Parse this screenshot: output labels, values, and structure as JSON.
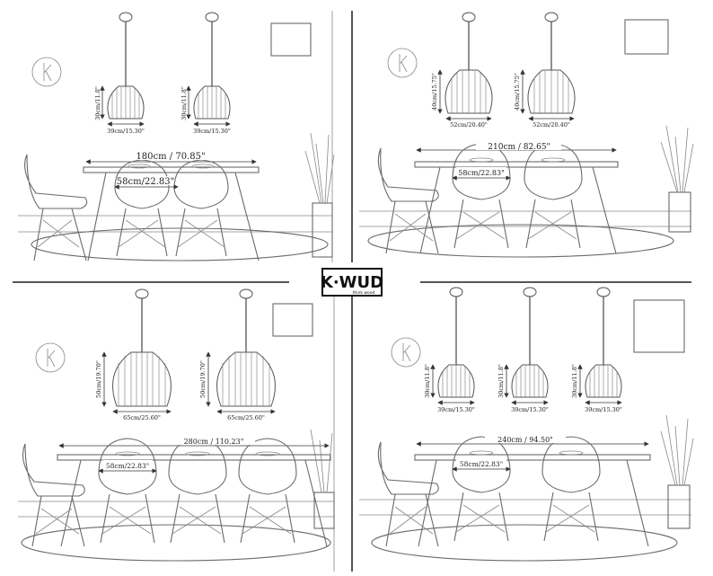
{
  "brand": {
    "name": "K·WUD",
    "tagline": "think wood"
  },
  "panels": [
    {
      "table_width": "180cm / 70.85\"",
      "chair_spacing": "58cm/22.83\"",
      "lamp_width": "39cm/15.30\"",
      "lamp_height": "30cm/11.8\"",
      "lamp_count": 2,
      "chair_count": 2
    },
    {
      "table_width": "210cm / 82.65\"",
      "chair_spacing": "58cm/22.83\"",
      "lamp_width": "52cm/20.40\"",
      "lamp_height": "40cm/15.75\"",
      "lamp_count": 2,
      "chair_count": 2
    },
    {
      "table_width": "280cm / 110.23\"",
      "chair_spacing": "58cm/22.83\"",
      "lamp_width": "65cm/25.60\"",
      "lamp_height": "50cm/19.70\"",
      "lamp_count": 2,
      "chair_count": 3
    },
    {
      "table_width": "240cm / 94.50\"",
      "chair_spacing": "58cm/22.83\"",
      "lamp_width": "39cm/15.30\"",
      "lamp_height": "30cm/11.8\"",
      "lamp_count": 3,
      "chair_count": 2
    }
  ],
  "colors": {
    "line": "#6a6a6a",
    "divider": "#555555",
    "background": "#ffffff"
  }
}
